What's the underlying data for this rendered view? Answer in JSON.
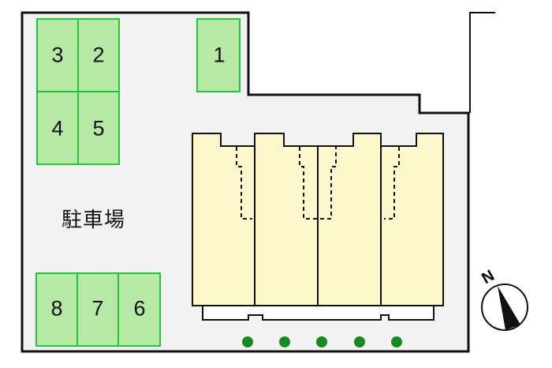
{
  "site_label": "駐車場",
  "parking_spaces": [
    {
      "number": "1"
    },
    {
      "number": "2"
    },
    {
      "number": "3"
    },
    {
      "number": "4"
    },
    {
      "number": "5"
    },
    {
      "number": "6"
    },
    {
      "number": "7"
    },
    {
      "number": "8"
    }
  ],
  "compass": {
    "label": "N"
  },
  "colors": {
    "parking": "#b6e8a6",
    "parking_border": "#22c53a",
    "building": "#fdf8cc",
    "ground": "#f2f2f2",
    "tree": "#168a1e"
  },
  "tree_count": 5
}
